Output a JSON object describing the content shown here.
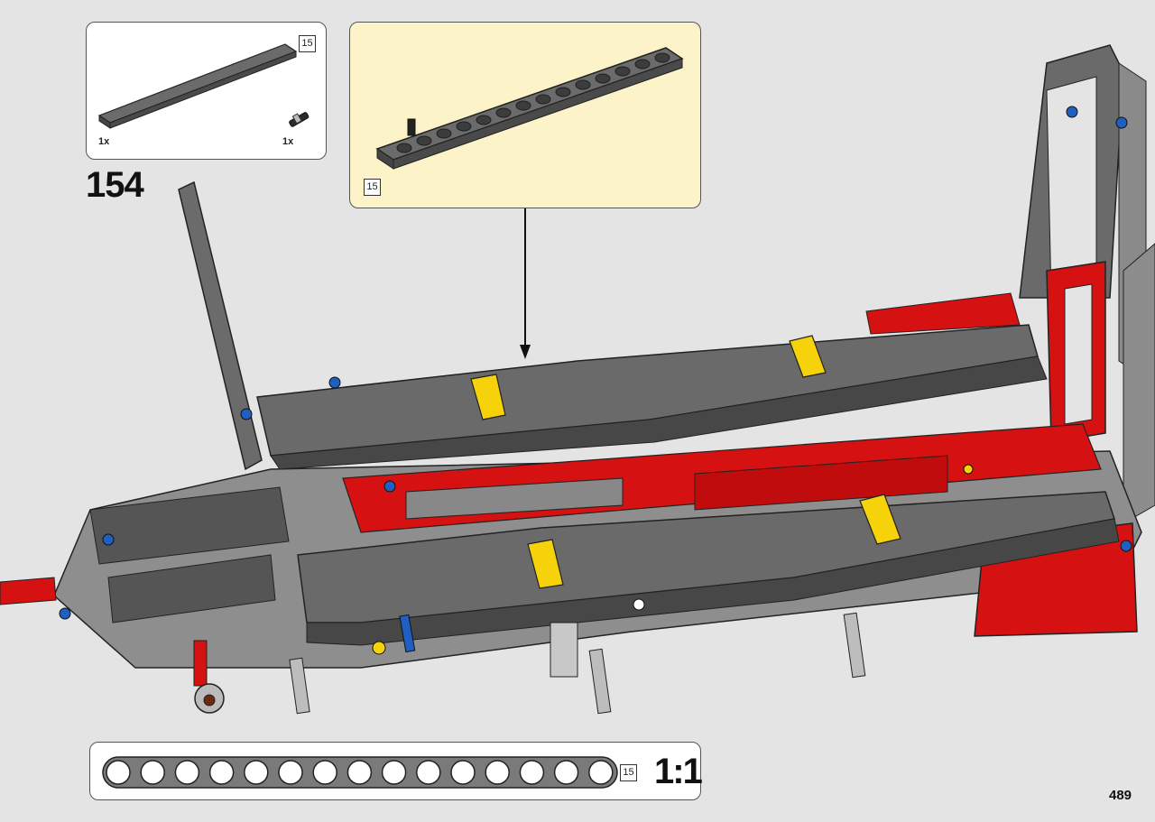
{
  "instruction": {
    "step_number": "154",
    "page_number": "489",
    "scale_label": "1:1"
  },
  "parts_list": [
    {
      "name": "beam",
      "length_label": "15",
      "quantity": "1x"
    },
    {
      "name": "pin",
      "quantity": "1x"
    }
  ],
  "callout": {
    "length_label": "15"
  },
  "ruler": {
    "length_label": "15",
    "holes": 15
  },
  "colors": {
    "background": "#e4e4e4",
    "callout_background": "#fcf3c8",
    "beam_dark": "#5a5a5a",
    "beam_light": "#8f8f8f",
    "accent_red": "#e01010",
    "accent_yellow": "#f5d20a",
    "accent_blue": "#1f5fc0"
  }
}
